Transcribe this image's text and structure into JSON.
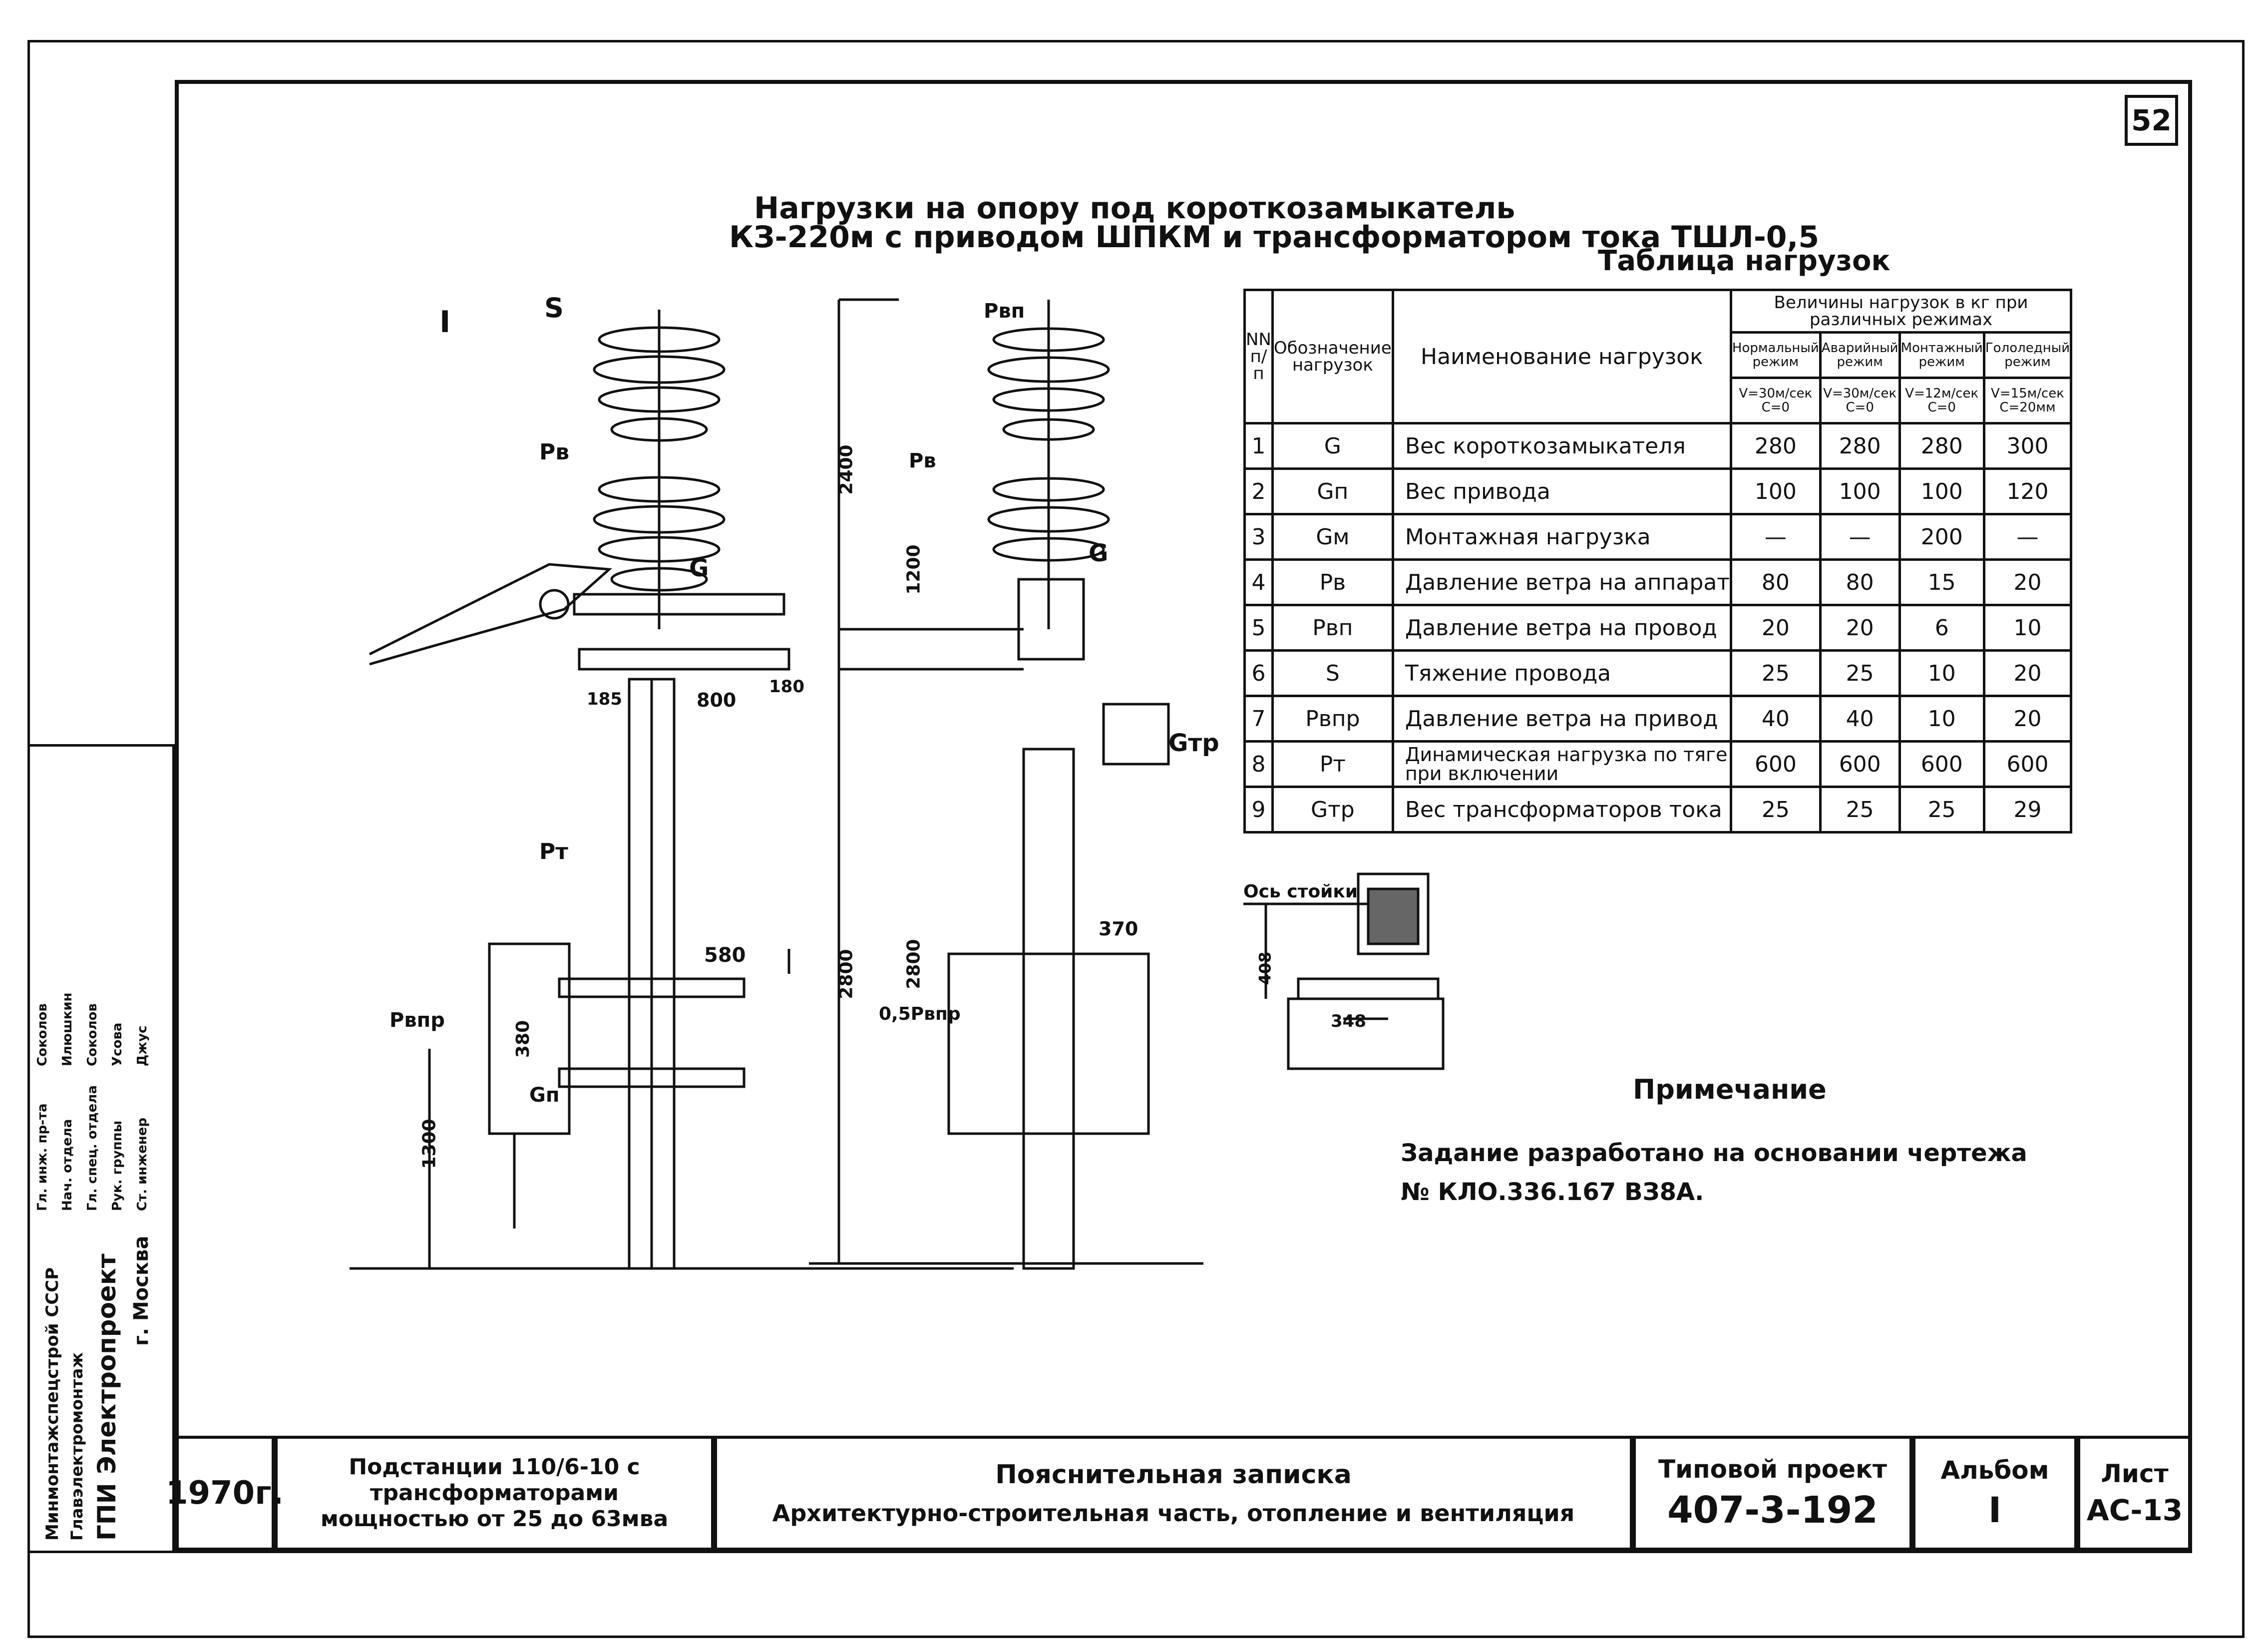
{
  "sheet_number": "52",
  "title": {
    "line1": "Нагрузки на опору под короткозамыкатель",
    "line2": "КЗ-220м с приводом ШПКМ и трансформатором тока ТШЛ-0,5"
  },
  "table": {
    "caption": "Таблица нагрузок",
    "headers": {
      "num": "NN п/п",
      "designation": "Обозначение нагрузок",
      "name": "Наименование нагрузок",
      "values_group": "Величины нагрузок в кг при различных режимах",
      "modes": [
        "Нормальный режим",
        "Аварийный режим",
        "Монтажный режим",
        "Гололедный режим"
      ],
      "conditions": [
        "V=30м/сек С=0",
        "V=30м/сек С=0",
        "V=12м/сек С=0",
        "V=15м/сек С=20мм"
      ]
    },
    "rows": [
      {
        "n": "1",
        "sym": "G",
        "name": "Вес короткозамыкателя",
        "v": [
          "280",
          "280",
          "280",
          "300"
        ]
      },
      {
        "n": "2",
        "sym": "Gп",
        "name": "Вес привода",
        "v": [
          "100",
          "100",
          "100",
          "120"
        ]
      },
      {
        "n": "3",
        "sym": "Gм",
        "name": "Монтажная нагрузка",
        "v": [
          "—",
          "—",
          "200",
          "—"
        ]
      },
      {
        "n": "4",
        "sym": "Рв",
        "name": "Давление ветра на аппарат",
        "v": [
          "80",
          "80",
          "15",
          "20"
        ]
      },
      {
        "n": "5",
        "sym": "Рвп",
        "name": "Давление ветра на провод",
        "v": [
          "20",
          "20",
          "6",
          "10"
        ]
      },
      {
        "n": "6",
        "sym": "S",
        "name": "Тяжение провода",
        "v": [
          "25",
          "25",
          "10",
          "20"
        ]
      },
      {
        "n": "7",
        "sym": "Рвпр",
        "name": "Давление ветра на привод",
        "v": [
          "40",
          "40",
          "10",
          "20"
        ]
      },
      {
        "n": "8",
        "sym": "Рт",
        "name": "Динамическая нагрузка по тяге при включении",
        "v": [
          "600",
          "600",
          "600",
          "600"
        ]
      },
      {
        "n": "9",
        "sym": "Gтр",
        "name": "Вес трансформаторов тока",
        "v": [
          "25",
          "25",
          "25",
          "29"
        ]
      }
    ]
  },
  "note": {
    "heading": "Примечание",
    "line1": "Задание разработано на основании чертежа",
    "line2": "№ КЛО.336.167 ВЗ8А."
  },
  "drawing_labels": {
    "s": "S",
    "i": "I",
    "pv": "Рв",
    "pvp": "Рвп",
    "g": "G",
    "pt": "Рт",
    "gp": "Gп",
    "gtr": "Gтр",
    "pvpr": "Рвпр",
    "half_pvpr": "0,5Рвпр",
    "axis": "Ось стойки",
    "dims": {
      "d2400": "2400",
      "d1200": "1200",
      "d2800a": "2800",
      "d2800b": "2800",
      "d1300": "1300",
      "d580": "580",
      "d380": "380",
      "d800": "800",
      "d180": "180",
      "d185": "185",
      "d370": "370",
      "d408": "408",
      "d348": "348"
    }
  },
  "title_block": {
    "year": "1970г.",
    "object": "Подстанции 110/6-10 с трансформаторами мощностью от 25 до 63мва",
    "doc_title": "Пояснительная записка",
    "doc_subtitle": "Архитектурно-строительная часть, отопление и вентиляция",
    "project_label": "Типовой проект",
    "project_no": "407-3-192",
    "album_label": "Альбом",
    "album_no": "I",
    "sheet_label": "Лист",
    "sheet_code": "АС-13",
    "org1": "Минмонтажспецстрой СССР",
    "org2": "Главэлектромонтаж",
    "org3": "ГПИ Электропроект",
    "org4": "г. Москва",
    "roles": [
      "Гл. инж. пр-та",
      "Нач. отдела",
      "Гл. спец. отдела",
      "Рук. группы",
      "Ст. инженер"
    ],
    "names": [
      "Соколов",
      "Илюшкин",
      "Соколов",
      "Усова",
      "Джус"
    ]
  }
}
